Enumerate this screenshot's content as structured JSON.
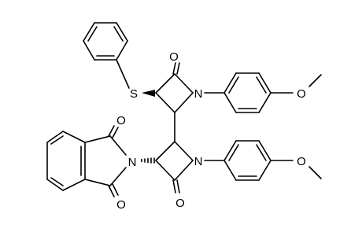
{
  "molecule": {
    "atoms": {
      "o_top_carbonyl": "O",
      "s_thioether": "S",
      "n_top_lactam": "N",
      "o_top_methoxy": "O",
      "o_phthal_upper": "O",
      "n_phthalimide": "N",
      "n_bottom_lactam": "N",
      "o_bottom_methoxy": "O",
      "o_phthal_lower": "O",
      "o_bottom_carbonyl": "O"
    }
  }
}
